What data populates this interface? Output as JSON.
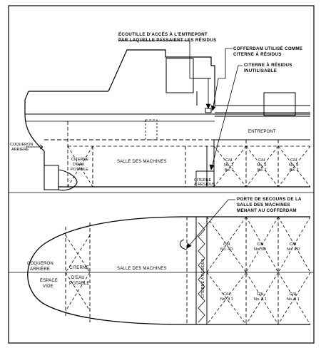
{
  "callouts": {
    "ecoutille_line1": "ÉCOUTILLE D'ACCÈS À L'ENTREPONT",
    "ecoutille_line2": "PAR LAQUELLE PASSAIENT LES RÉSIDUS",
    "cofferdam_line1": "COFFERDAM UTILISÉ COMME",
    "cofferdam_line2": "CITERNE À RÉSIDUS",
    "citerne_residus_line1": "CITERNE À RÉSIDUS",
    "citerne_residus_line2": "INUTILISABLE",
    "porte_line1": "PORTE DE SECOURS DE LA",
    "porte_line2": "SALLE DES MACHINES",
    "porte_line3": "MENANT AU COFFERDAM"
  },
  "profile": {
    "entrepont": "ENTREPONT",
    "coqueron_line1": "COQUERON",
    "coqueron_line2": "ARRIÈRE",
    "citerne_eau_line1": "CITERNE",
    "citerne_eau_line2": "D'EAU",
    "citerne_eau_line3": "POTABLE",
    "salle_machines": "SALLE DES MACHINES",
    "cale_2_line1": "C/H",
    "cale_2_line2": "No. 2",
    "cale_2_line3": "Bd. 1",
    "cale_3_line1": "C/H",
    "cale_3_line2": "No. 3",
    "cale_3_line3": "Bd. 1",
    "cale_4_line1": "C/H",
    "cale_4_line2": "No. 4",
    "cale_4_line3": "Bd. 1",
    "citerne_residus_line1": "CITERNE",
    "citerne_residus_line2": "À RÉSIDUS"
  },
  "plan": {
    "coqueron_line1": "COQUERON",
    "coqueron_line2": "ARRIÈRE",
    "espace_line1": "ESPACE",
    "espace_line2": "VIDE",
    "citerne": "CITERNE",
    "eau_line1": "D'EAU",
    "eau_line2": "POTABLE",
    "salle_machines": "SALLE DES MACHINES",
    "citerne_residus": "CITERNE À RÉSIDUS",
    "cales": [
      {
        "l1": "C/H",
        "l2": "No. 4D"
      },
      {
        "l1": "C/H",
        "l2": "No. 5D"
      },
      {
        "l1": "C/H",
        "l2": "No. 4 D"
      },
      {
        "l1": "C/H",
        "l2": "No. 4 1"
      },
      {
        "l1": "C/H",
        "l2": "No. 3 1"
      },
      {
        "l1": "C/H",
        "l2": "No. 4 1"
      }
    ]
  }
}
